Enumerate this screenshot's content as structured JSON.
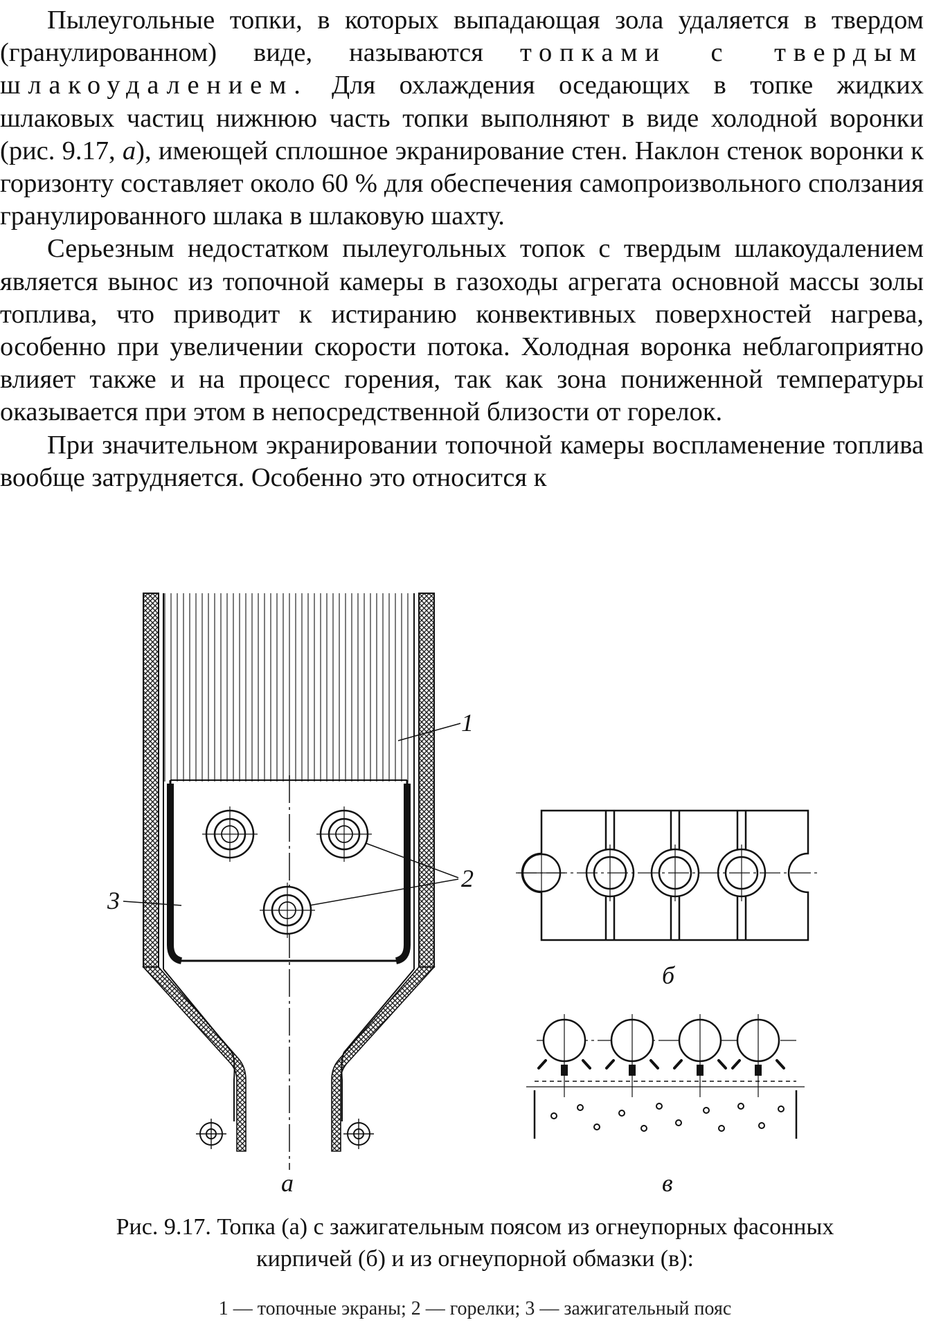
{
  "body": {
    "p1_a": "Пылеугольные топки, в которых выпадающая зола удаляется в твердом (гранулированном) виде, называются ",
    "p1_term": "топками с твердым шлакоудалением.",
    "p1_b": " Для охлаждения оседающих в топке жидких шлаковых частиц нижнюю часть топки выполняют в виде холодной воронки (рис. 9.17, ",
    "p1_fig_ref": "а",
    "p1_c": "), имеющей сплошное экранирование стен. Наклон стенок воронки к горизонту составляет около 60 % для обеспечения самопроизвольного сползания гранулированного шлака в шлаковую шахту.",
    "p2": "Серьезным недостатком пылеугольных топок с твердым шлакоудалением является вынос из топочной камеры в газоходы агрегата основной массы золы топлива, что приводит к истиранию конвективных поверхностей нагрева, особенно при увеличении скорости потока. Холодная воронка неблагоприятно влияет также и на процесс горения, так как зона пониженной температуры оказывается при этом в непосредственной близости от горелок.",
    "p3": "При значительном экранировании топочной камеры воспламенение топлива вообще затрудняется. Особенно это относится к"
  },
  "figure": {
    "callout_1": "1",
    "callout_2": "2",
    "callout_3": "3",
    "label_a": "а",
    "label_b": "б",
    "label_v": "в",
    "caption_line1": "Рис. 9.17. Топка (а) с зажигательным поясом из огнеупорных фасонных",
    "caption_line2": "кирпичей (б) и из огнеупорной обмазки (в):",
    "legend": "1 — топочные экраны; 2 — горелки; 3 — зажигательный пояс"
  }
}
